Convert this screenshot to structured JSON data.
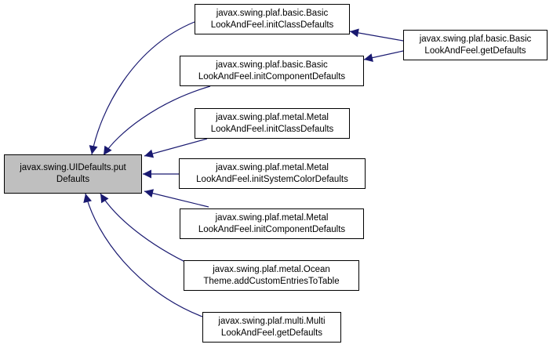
{
  "colors": {
    "edge": "#191970",
    "focus_fill": "#bfbfbf",
    "node_fill": "#ffffff",
    "border": "#000000"
  },
  "nodes": {
    "put_defaults": {
      "line1": "javax.swing.UIDefaults.put",
      "line2": "Defaults"
    },
    "basic_init_class": {
      "line1": "javax.swing.plaf.basic.Basic",
      "line2": "LookAndFeel.initClassDefaults"
    },
    "basic_init_component": {
      "line1": "javax.swing.plaf.basic.Basic",
      "line2": "LookAndFeel.initComponentDefaults"
    },
    "basic_get_defaults": {
      "line1": "javax.swing.plaf.basic.Basic",
      "line2": "LookAndFeel.getDefaults"
    },
    "metal_init_class": {
      "line1": "javax.swing.plaf.metal.Metal",
      "line2": "LookAndFeel.initClassDefaults"
    },
    "metal_init_system": {
      "line1": "javax.swing.plaf.metal.Metal",
      "line2": "LookAndFeel.initSystemColorDefaults"
    },
    "metal_init_component": {
      "line1": "javax.swing.plaf.metal.Metal",
      "line2": "LookAndFeel.initComponentDefaults"
    },
    "ocean_add_custom": {
      "line1": "javax.swing.plaf.metal.Ocean",
      "line2": "Theme.addCustomEntriesToTable"
    },
    "multi_get_defaults": {
      "line1": "javax.swing.plaf.multi.Multi",
      "line2": "LookAndFeel.getDefaults"
    }
  },
  "edges": [
    {
      "from": "basic_init_class",
      "to": "put_defaults"
    },
    {
      "from": "basic_init_component",
      "to": "put_defaults"
    },
    {
      "from": "metal_init_class",
      "to": "put_defaults"
    },
    {
      "from": "metal_init_system",
      "to": "put_defaults"
    },
    {
      "from": "metal_init_component",
      "to": "put_defaults"
    },
    {
      "from": "ocean_add_custom",
      "to": "put_defaults"
    },
    {
      "from": "multi_get_defaults",
      "to": "put_defaults"
    },
    {
      "from": "basic_get_defaults",
      "to": "basic_init_class"
    },
    {
      "from": "basic_get_defaults",
      "to": "basic_init_component"
    }
  ]
}
